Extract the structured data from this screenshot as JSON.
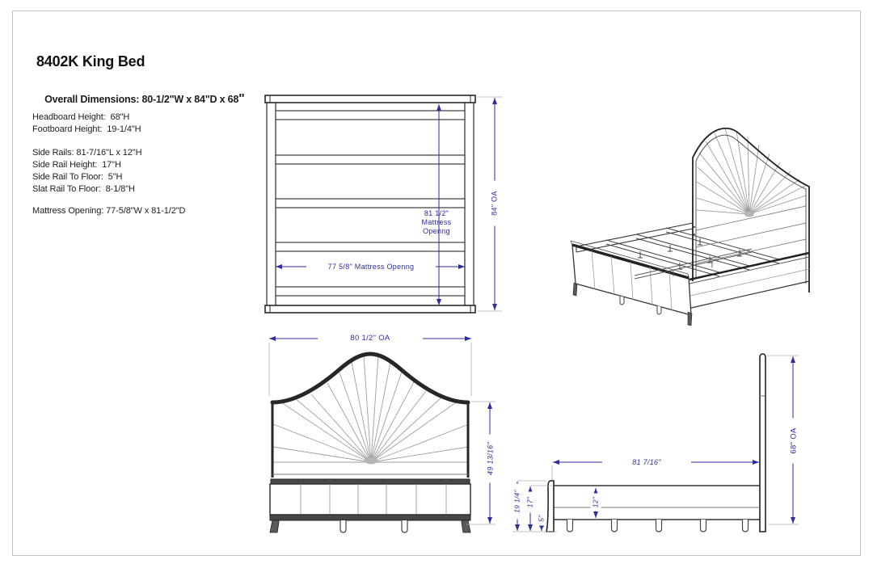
{
  "page": {
    "background": "#ffffff",
    "border_color": "#c4c4c4"
  },
  "header": {
    "title": "8402K King Bed",
    "overall_dimensions": "Overall Dimensions: 80-1/2\"W x 84\"D x 68",
    "overall_inch_mark": "\""
  },
  "specs": {
    "group1": [
      "Headboard Height:  68\"H",
      "Footboard Height:  19-1/4\"H"
    ],
    "group2": [
      "Side Rails: 81-7/16\"L x 12\"H",
      "Side Rail Height:  17\"H",
      "Side Rail To Floor:  5\"H",
      "Slat Rail To Floor:  8-1/8\"H"
    ],
    "group3": [
      "Mattress Opening: 77-5/8\"W x 81-1/2\"D"
    ]
  },
  "dims": {
    "top_view": {
      "overall_depth": "84\" OA",
      "mattress_opening_depth": [
        "81 1/2\"",
        "Mattress",
        "Openng"
      ],
      "mattress_opening_width": "77 5/8\" Mattress Openng"
    },
    "front_view": {
      "overall_width": "80 1/2\" OA",
      "headboard_panel_height": "49 13/16\""
    },
    "side_view": {
      "rail_length": "81 7/16\"",
      "overall_height": "68\" OA",
      "footboard_height": "19 1/4\"",
      "rail_top_to_floor": "17\"",
      "rail_bottom_to_floor": "5\"",
      "rail_height": "12\""
    }
  },
  "colors": {
    "dimension": "#2d2d9e",
    "drawing_line": "#2a2a2a"
  }
}
